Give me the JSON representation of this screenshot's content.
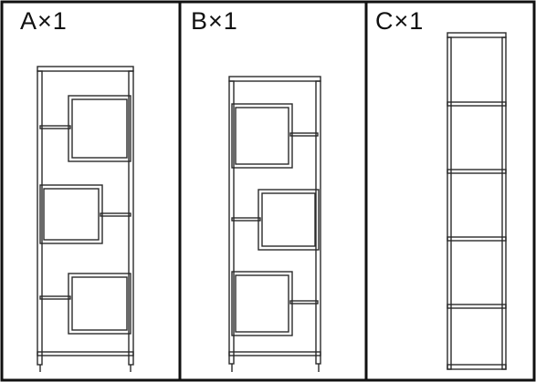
{
  "parts": [
    {
      "id": "A",
      "label": "A×1",
      "drawing": "shelf-unit-a-drawing"
    },
    {
      "id": "B",
      "label": "B×1",
      "drawing": "shelf-unit-b-drawing"
    },
    {
      "id": "C",
      "label": "C×1",
      "drawing": "shelf-column-c-drawing"
    }
  ],
  "colors": {
    "line": "#2a2a2a",
    "border": "#111111",
    "background": "#ffffff"
  }
}
